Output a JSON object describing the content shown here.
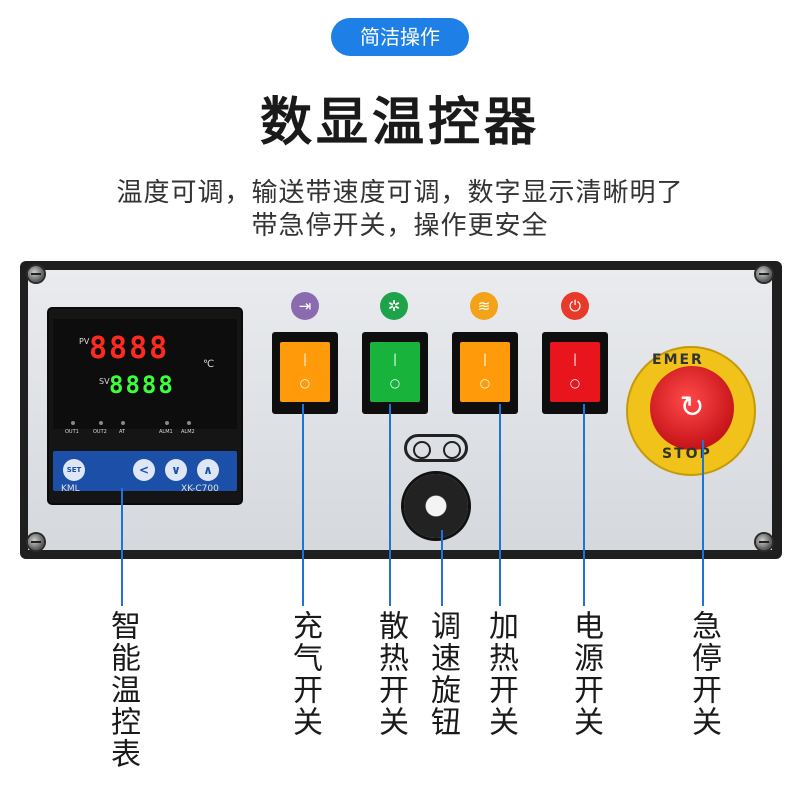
{
  "badge": "简洁操作",
  "title": "数显温控器",
  "description": {
    "line1": "温度可调，输送带速度可调，数字显示清晰明了",
    "line2": "带急停开关，操作更安全"
  },
  "controller": {
    "pv_label": "PV",
    "sv_label": "SV",
    "pv_display": "8888",
    "sv_display": "8888",
    "unit": "℃",
    "indicators": [
      "OUT1",
      "OUT2",
      "AT",
      "ALM1",
      "ALM2"
    ],
    "keys": [
      "SET",
      "<",
      "∨",
      "∧"
    ],
    "brand": "KML",
    "model": "XK-C700"
  },
  "switches": [
    {
      "id": "inflate",
      "color": "#ff9a0a",
      "icon_color": "#8a6bb0",
      "icon": "inflate-icon"
    },
    {
      "id": "fan",
      "color": "#17b33a",
      "icon_color": "#1fa34a",
      "icon": "fan-icon"
    },
    {
      "id": "heat",
      "color": "#ff9a0a",
      "icon_color": "#f2a318",
      "icon": "heat-icon"
    },
    {
      "id": "power",
      "color": "#e8161c",
      "icon_color": "#e83a2a",
      "icon": "power-icon"
    }
  ],
  "estop": {
    "top_text": "EMER",
    "bottom_text": "STOP"
  },
  "callouts": {
    "controller": "智能温控表",
    "inflate": "充气开关",
    "fan": "散热开关",
    "speed": "调速旋钮",
    "heat": "加热开关",
    "power": "电源开关",
    "estop": "急停开关"
  },
  "colors": {
    "accent": "#1e80e6",
    "callout_line": "#1e73d8"
  }
}
